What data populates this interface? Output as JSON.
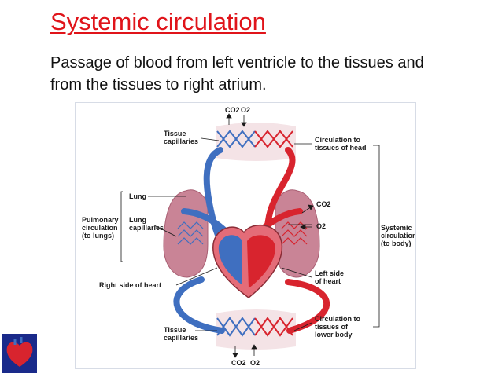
{
  "slide": {
    "title": "Systemic circulation",
    "subtitle": "Passage of blood from left ventricle to the tissues and from the tissues to right atrium."
  },
  "figure": {
    "gas_top": [
      "CO2",
      "O2"
    ],
    "gas_bottom": [
      "CO2",
      "O2"
    ],
    "gas_right": [
      "CO2",
      "O2"
    ],
    "labels": {
      "tissue_capillaries_top": [
        "Tissue",
        "capillaries"
      ],
      "circulation_head": [
        "Circulation to",
        "tissues of head"
      ],
      "lung": "Lung",
      "pulmonary_circulation": [
        "Pulmonary",
        "circulation",
        "(to lungs)"
      ],
      "lung_capillaries": [
        "Lung",
        "capillaries"
      ],
      "systemic_circulation": [
        "Systemic",
        "circulation",
        "(to body)"
      ],
      "left_side_heart": [
        "Left side",
        "of heart"
      ],
      "right_side_heart": "Right side of heart",
      "tissue_capillaries_bottom": [
        "Tissue",
        "capillaries"
      ],
      "circulation_lower_body": [
        "Circulation to",
        "tissues of",
        "lower body"
      ]
    },
    "colors": {
      "oxygenated": "#d8242e",
      "deoxygenated": "#3f6fc0",
      "lung": "#c98496",
      "title_red": "#e0141a"
    }
  },
  "logo": {
    "icon": "heart-logo-icon"
  }
}
